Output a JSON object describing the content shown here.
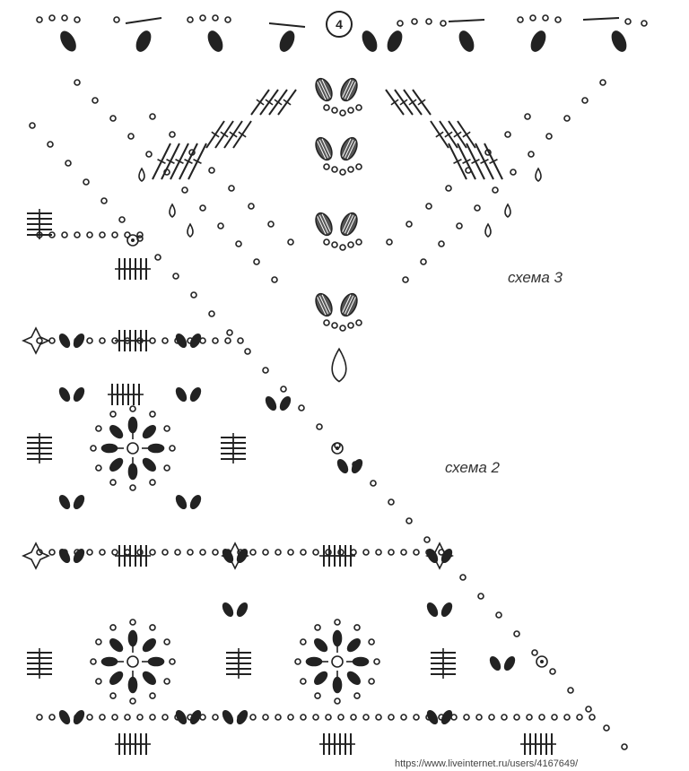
{
  "labels": {
    "scheme3": "схема 3",
    "scheme2": "схема 2",
    "center_symbol": "4"
  },
  "watermark": "https://www.liveinternet.ru/users/4167649/",
  "colors": {
    "ink": "#222222",
    "background": "#ffffff"
  }
}
